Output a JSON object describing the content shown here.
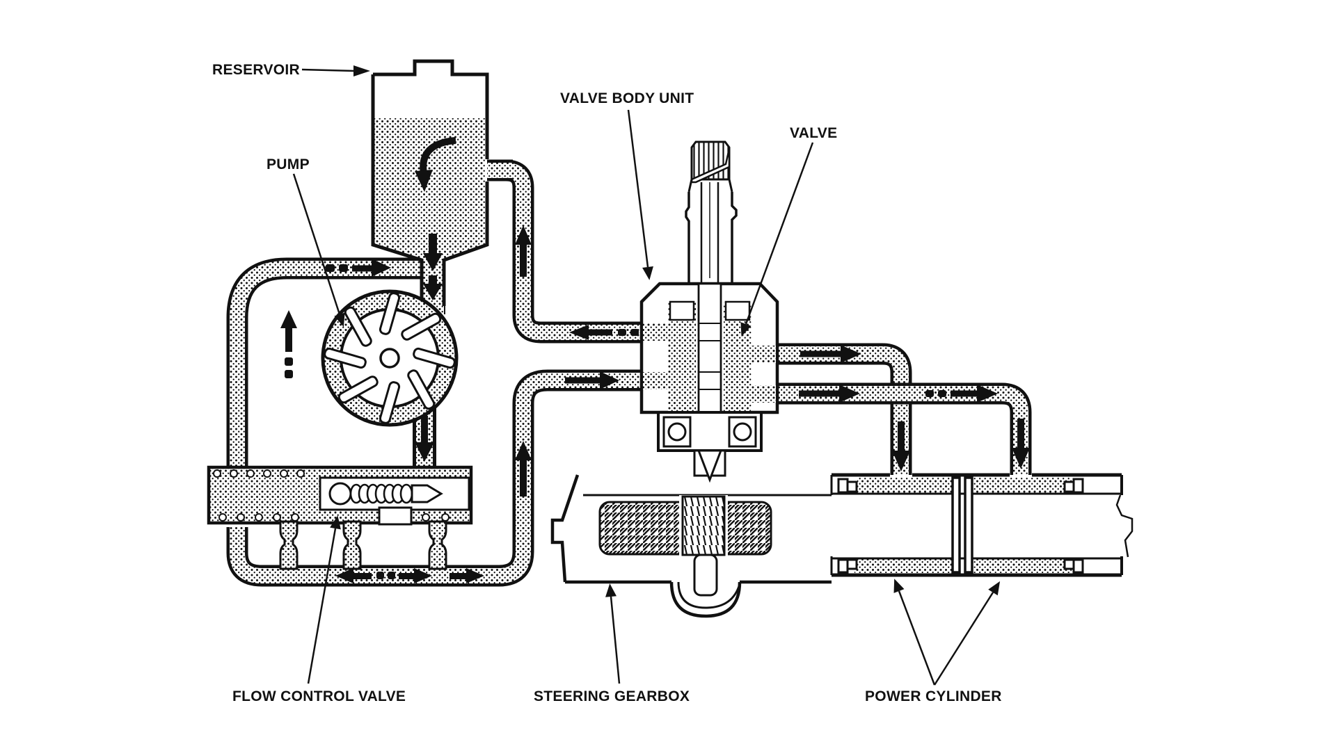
{
  "labels": {
    "reservoir": "RESERVOIR",
    "pump": "PUMP",
    "valve_body_unit": "VALVE BODY UNIT",
    "valve": "VALVE",
    "flow_control_valve": "FLOW CONTROL VALVE",
    "steering_gearbox": "STEERING GEARBOX",
    "power_cylinder": "POWER CYLINDER"
  },
  "colors": {
    "ink": "#111111",
    "paper": "#ffffff"
  }
}
